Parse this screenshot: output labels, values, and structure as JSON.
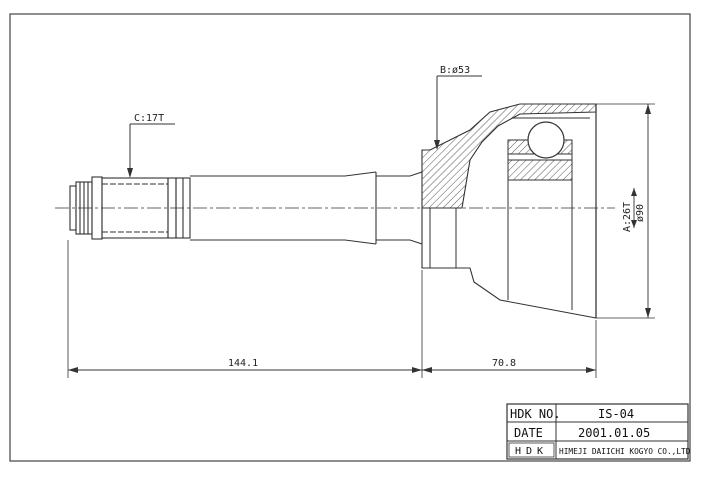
{
  "callouts": {
    "c_label": "C:17T",
    "b_label": "B:ø53",
    "a_label": "A:26T",
    "dia_label": "ø90"
  },
  "dimensions": {
    "shaft_length": "144.1",
    "housing_length": "70.8"
  },
  "title_block": {
    "hdk_no_label": "HDK NO.",
    "hdk_no_value": "IS-04",
    "date_label": "DATE",
    "date_value": "2001.01.05",
    "logo_text": "HDK",
    "company": "HIMEJI DAIICHI KOGYO CO.,LTD"
  },
  "colors": {
    "line": "#333333",
    "hatch": "#555555",
    "background": "#ffffff"
  }
}
